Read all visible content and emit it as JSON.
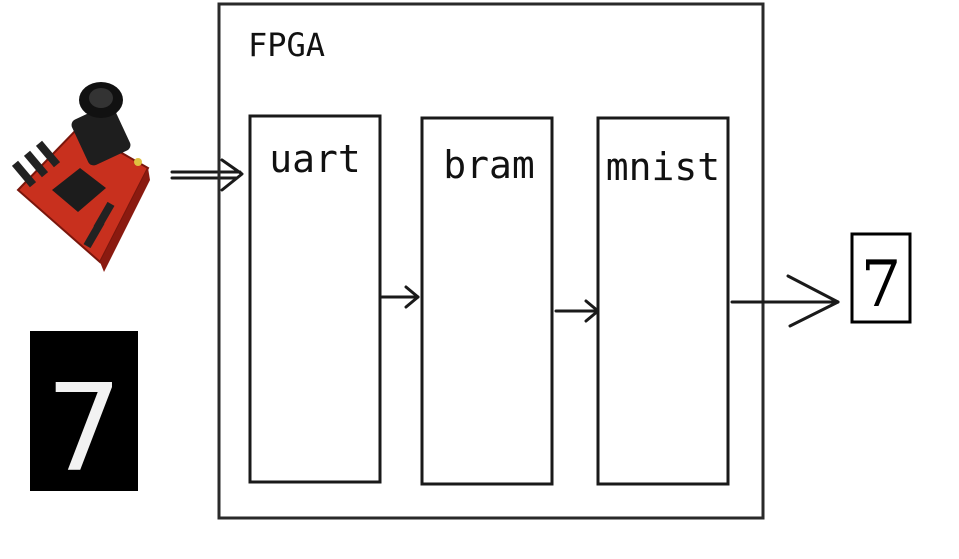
{
  "diagram": {
    "container_label": "FPGA",
    "blocks": [
      {
        "label": "uart"
      },
      {
        "label": "bram"
      },
      {
        "label": "mnist"
      }
    ],
    "input_digit": "7",
    "output_digit": "7",
    "camera_icon": "camera-module-icon"
  }
}
